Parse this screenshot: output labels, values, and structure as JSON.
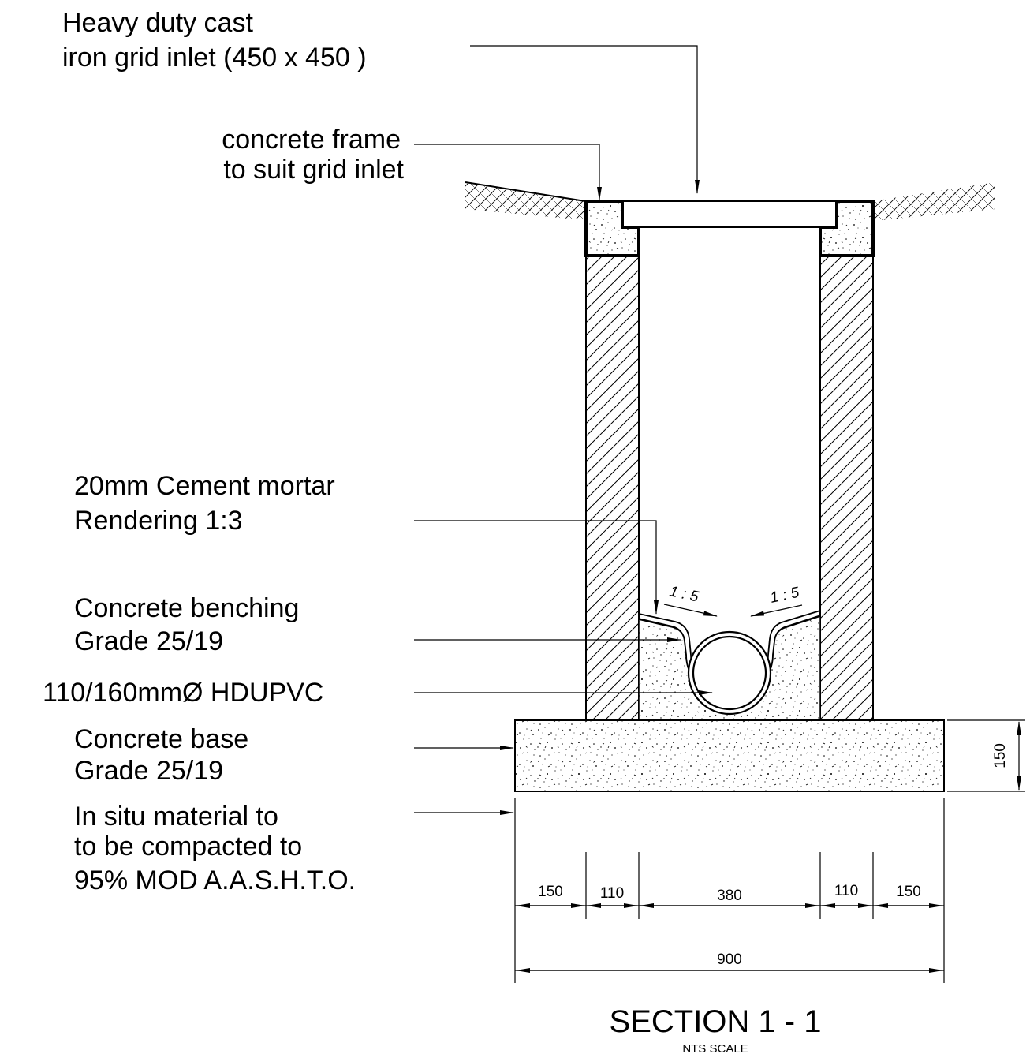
{
  "labels": {
    "grid_inlet": [
      "Heavy duty cast",
      "iron grid inlet (450 x 450 )"
    ],
    "frame": [
      "concrete frame",
      "to suit grid inlet"
    ],
    "mortar": [
      "20mm Cement mortar",
      "Rendering 1:3"
    ],
    "benching": [
      "Concrete benching",
      "Grade 25/19"
    ],
    "pipe": "110/160mmØ HDUPVC",
    "base": [
      "Concrete base",
      "Grade 25/19"
    ],
    "in_situ": [
      "In situ material to",
      "to be compacted to",
      "95% MOD A.A.S.H.T.O."
    ]
  },
  "slopes": {
    "left": "1 : 5",
    "right": "1 : 5"
  },
  "dimensions": {
    "segments": [
      "150",
      "110",
      "380",
      "110",
      "150"
    ],
    "overall": "900",
    "base_height": "150"
  },
  "title": "SECTION 1 - 1",
  "subtitle": "NTS SCALE"
}
